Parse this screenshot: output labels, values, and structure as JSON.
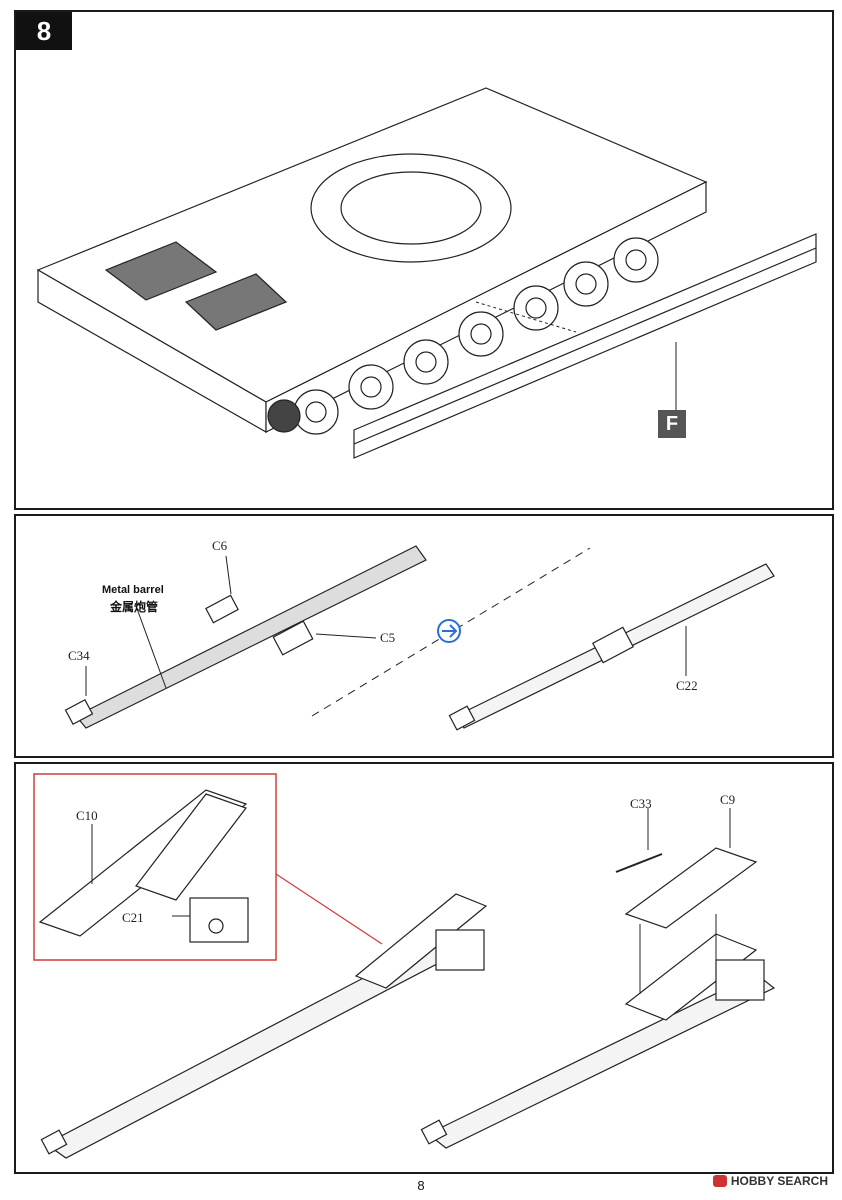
{
  "step": {
    "number": "8"
  },
  "parts": {
    "f": "F",
    "c6": "C6",
    "c5": "C5",
    "c34": "C34",
    "c22": "C22",
    "c10": "C10",
    "c21": "C21",
    "c33": "C33",
    "c9": "C9"
  },
  "metal_barrel": {
    "en": "Metal barrel",
    "cn": "金属炮管"
  },
  "page": {
    "number": "8"
  },
  "watermark": {
    "text": "HOBBY SEARCH"
  },
  "colors": {
    "inset_frame": "#d23b3b",
    "direction_icon": "#2a6fd6",
    "line": "#222222"
  },
  "icons": {
    "direction": "rotate-arrow-icon"
  }
}
